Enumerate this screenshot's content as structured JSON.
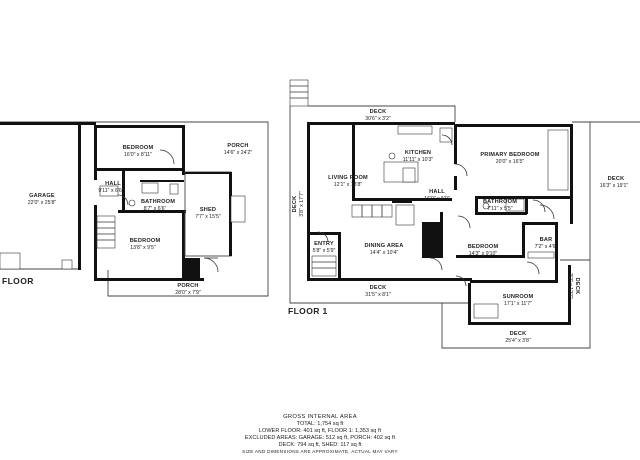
{
  "lower_floor": {
    "label": "FLOOR",
    "rooms": {
      "garage": {
        "name": "GARAGE",
        "dims": "22'0\" x 25'8\""
      },
      "bedroom1": {
        "name": "BEDROOM",
        "dims": "16'0\" x 8'11\""
      },
      "porch_top": {
        "name": "PORCH",
        "dims": "14'6\" x 24'2\""
      },
      "hall": {
        "name": "HALL",
        "dims": "9'11\" x 6'6\""
      },
      "bathroom": {
        "name": "BATHROOM",
        "dims": "8'7\" x 6'6\""
      },
      "shed": {
        "name": "SHED",
        "dims": "7'7\" x 15'5\""
      },
      "bedroom2": {
        "name": "BEDROOM",
        "dims": "13'8\" x 9'5\""
      },
      "porch_bottom": {
        "name": "PORCH",
        "dims": "28'0\" x 7'9\""
      }
    }
  },
  "floor1": {
    "label": "FLOOR 1",
    "rooms": {
      "deck_top": {
        "name": "DECK",
        "dims": "30'6\" x 3'2\""
      },
      "kitchen": {
        "name": "KITCHEN",
        "dims": "11'11\" x 10'3\""
      },
      "primary_bedroom": {
        "name": "PRIMARY BEDROOM",
        "dims": "20'0\" x 16'5\""
      },
      "living_room": {
        "name": "LIVING ROOM",
        "dims": "12'1\" x 18'8\""
      },
      "hall": {
        "name": "HALL",
        "dims": "16'0\" x 5'9\""
      },
      "deck_left": {
        "name": "DECK",
        "dims": "3'8\" x 17'7\""
      },
      "bathroom": {
        "name": "BATHROOM",
        "dims": "7'11\" x 5'5\""
      },
      "deck_right": {
        "name": "DECK",
        "dims": "16'3\" x 19'1\""
      },
      "entry": {
        "name": "ENTRY",
        "dims": "5'8\" x 5'9\""
      },
      "dining_area": {
        "name": "DINING AREA",
        "dims": "14'4\" x 10'4\""
      },
      "bedroom": {
        "name": "BEDROOM",
        "dims": "14'3\" x 9'10\""
      },
      "bar": {
        "name": "BAR",
        "dims": "7'2\" x 4'6\""
      },
      "deck_bar": {
        "name": "DECK",
        "dims": "3'2\" x 12'7\""
      },
      "deck_bottom": {
        "name": "DECK",
        "dims": "31'5\" x 8'1\""
      },
      "sunroom": {
        "name": "SUNROOM",
        "dims": "17'1\" x 11'7\""
      },
      "deck_sunroom": {
        "name": "DECK",
        "dims": "25'4\" x 3'8\""
      }
    }
  },
  "summary": {
    "title": "GROSS INTERNAL AREA",
    "total": "TOTAL: 1,754 sq ft",
    "floors": "LOWER FLOOR: 401 sq ft, FLOOR 1: 1,353 sq ft",
    "excluded": "EXCLUDED AREAS: GARAGE: 512 sq ft, PORCH: 402 sq ft",
    "deck_shed": "DECK: 794 sq ft, SHED: 117 sq ft",
    "disclaimer": "SIZE AND DIMENSIONS ARE APPROXIMATE, ACTUAL MAY VARY"
  },
  "colors": {
    "wall": "#111111",
    "text": "#222222",
    "muted": "#999999"
  }
}
